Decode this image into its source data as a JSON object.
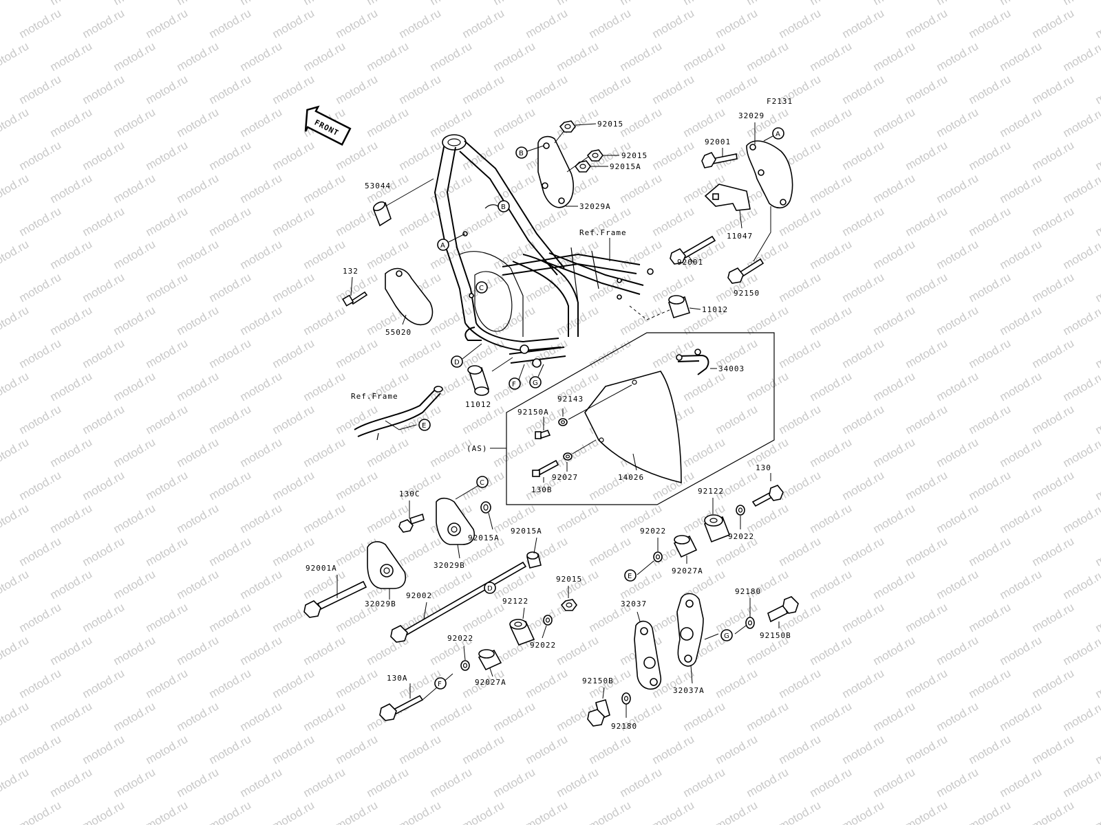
{
  "diagram": {
    "code": "F2131",
    "front_label": "FRONT",
    "ref_frame_label": "Ref.Frame",
    "assembly_label": "(AS)",
    "watermark": "motod.ru",
    "colors": {
      "line": "#000000",
      "watermark": "#c8c8c8",
      "background": "#ffffff"
    },
    "parts": {
      "p53044": "53044",
      "p132": "132",
      "p55020": "55020",
      "p11012a": "11012",
      "p11012b": "11012",
      "p92015a": "92015",
      "p92015b": "92015",
      "p92015A": "92015A",
      "p32029A": "32029A",
      "p32029": "32029",
      "p92001a": "92001",
      "p92001b": "92001",
      "p11047": "11047",
      "p92150": "92150",
      "p34003": "34003",
      "p92143": "92143",
      "p92150A": "92150A",
      "p14026": "14026",
      "p92027": "92027",
      "p130B": "130B",
      "p130": "130",
      "p130C": "130C",
      "p32029B_a": "32029B",
      "p92015A_b": "92015A",
      "p32029B_b": "32029B",
      "p92015A_c": "92015A",
      "p92001A": "92001A",
      "p92002": "92002",
      "p92015c": "92015",
      "p92122a": "92122",
      "p92022a": "92022",
      "p92027Aa": "92027A",
      "p130A": "130A",
      "p92022b": "92022",
      "p92122b": "92122",
      "p92022c": "92022",
      "p92022d": "92022",
      "p92027Ab": "92027A",
      "p32037": "32037",
      "p32037A": "32037A",
      "p92180a": "92180",
      "p92150Ba": "92150B",
      "p92150Bb": "92150B",
      "p92180b": "92180"
    },
    "callouts": {
      "A": "A",
      "B": "B",
      "C": "C",
      "D": "D",
      "E": "E",
      "F": "F",
      "G": "G"
    }
  }
}
